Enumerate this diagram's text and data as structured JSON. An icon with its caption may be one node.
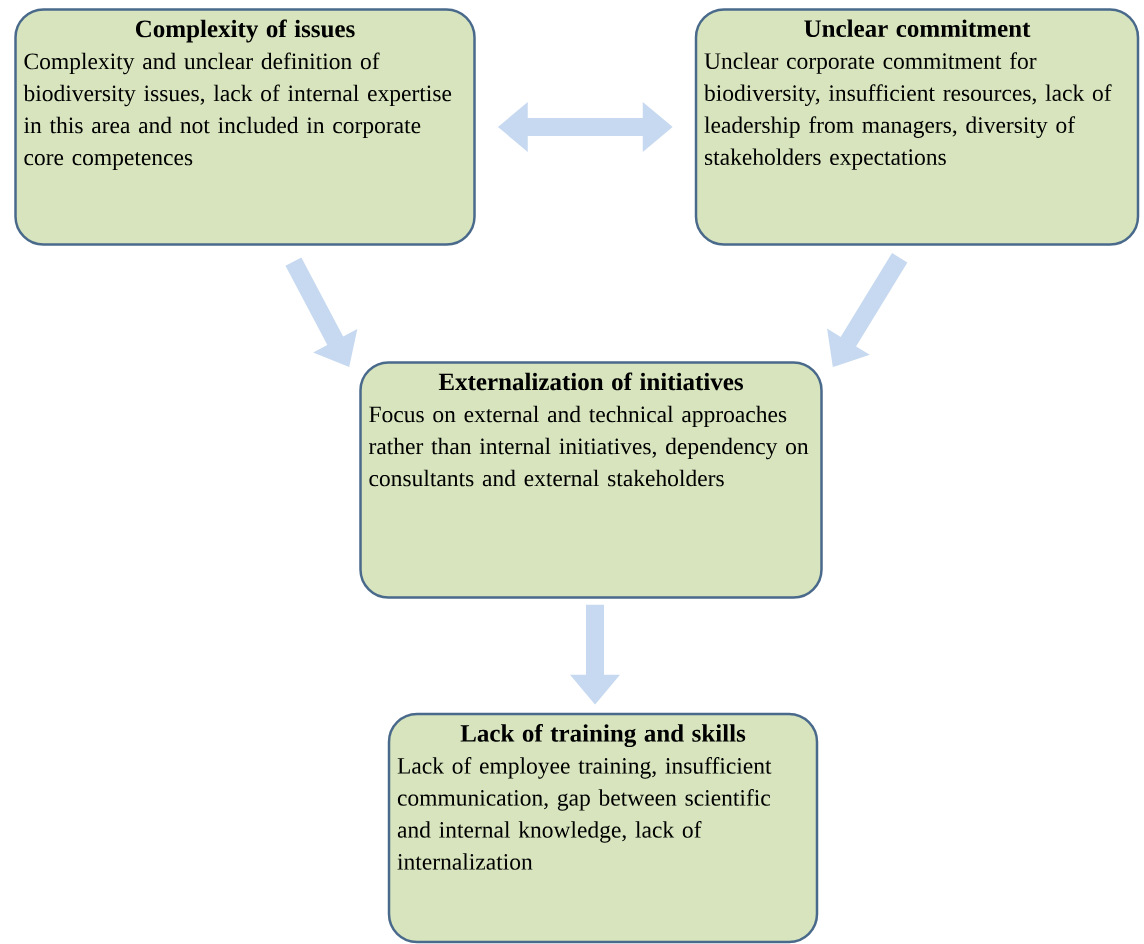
{
  "diagram": {
    "nodes": [
      {
        "text": [
          "Complexity of issues",
          "Complexity and unclear definition of biodiversity issues, lack of internal expertise in this area and not included in corporate core competences"
        ]
      },
      {
        "text": [
          "Unclear commitment",
          "Unclear corporate commitment for biodiversity, insufficient resources, lack of leadership from managers, diversity of stakeholders expectations"
        ]
      },
      {
        "text": [
          "Externalization of initiatives",
          "Focus on external and technical approaches rather than internal initiatives, dependency on consultants and external stakeholders"
        ]
      },
      {
        "text": [
          "Lack of training and skills",
          "Lack of employee training, insufficient communication, gap between scientific and internal knowledge, lack of internalization"
        ]
      }
    ],
    "edges": [
      {
        "from": 0,
        "to": 1,
        "arrow": "both"
      },
      {
        "from": 0,
        "to": 2,
        "arrow": "to"
      },
      {
        "from": 1,
        "to": 2,
        "arrow": "to"
      },
      {
        "from": 2,
        "to": 3,
        "arrow": "to"
      }
    ]
  }
}
